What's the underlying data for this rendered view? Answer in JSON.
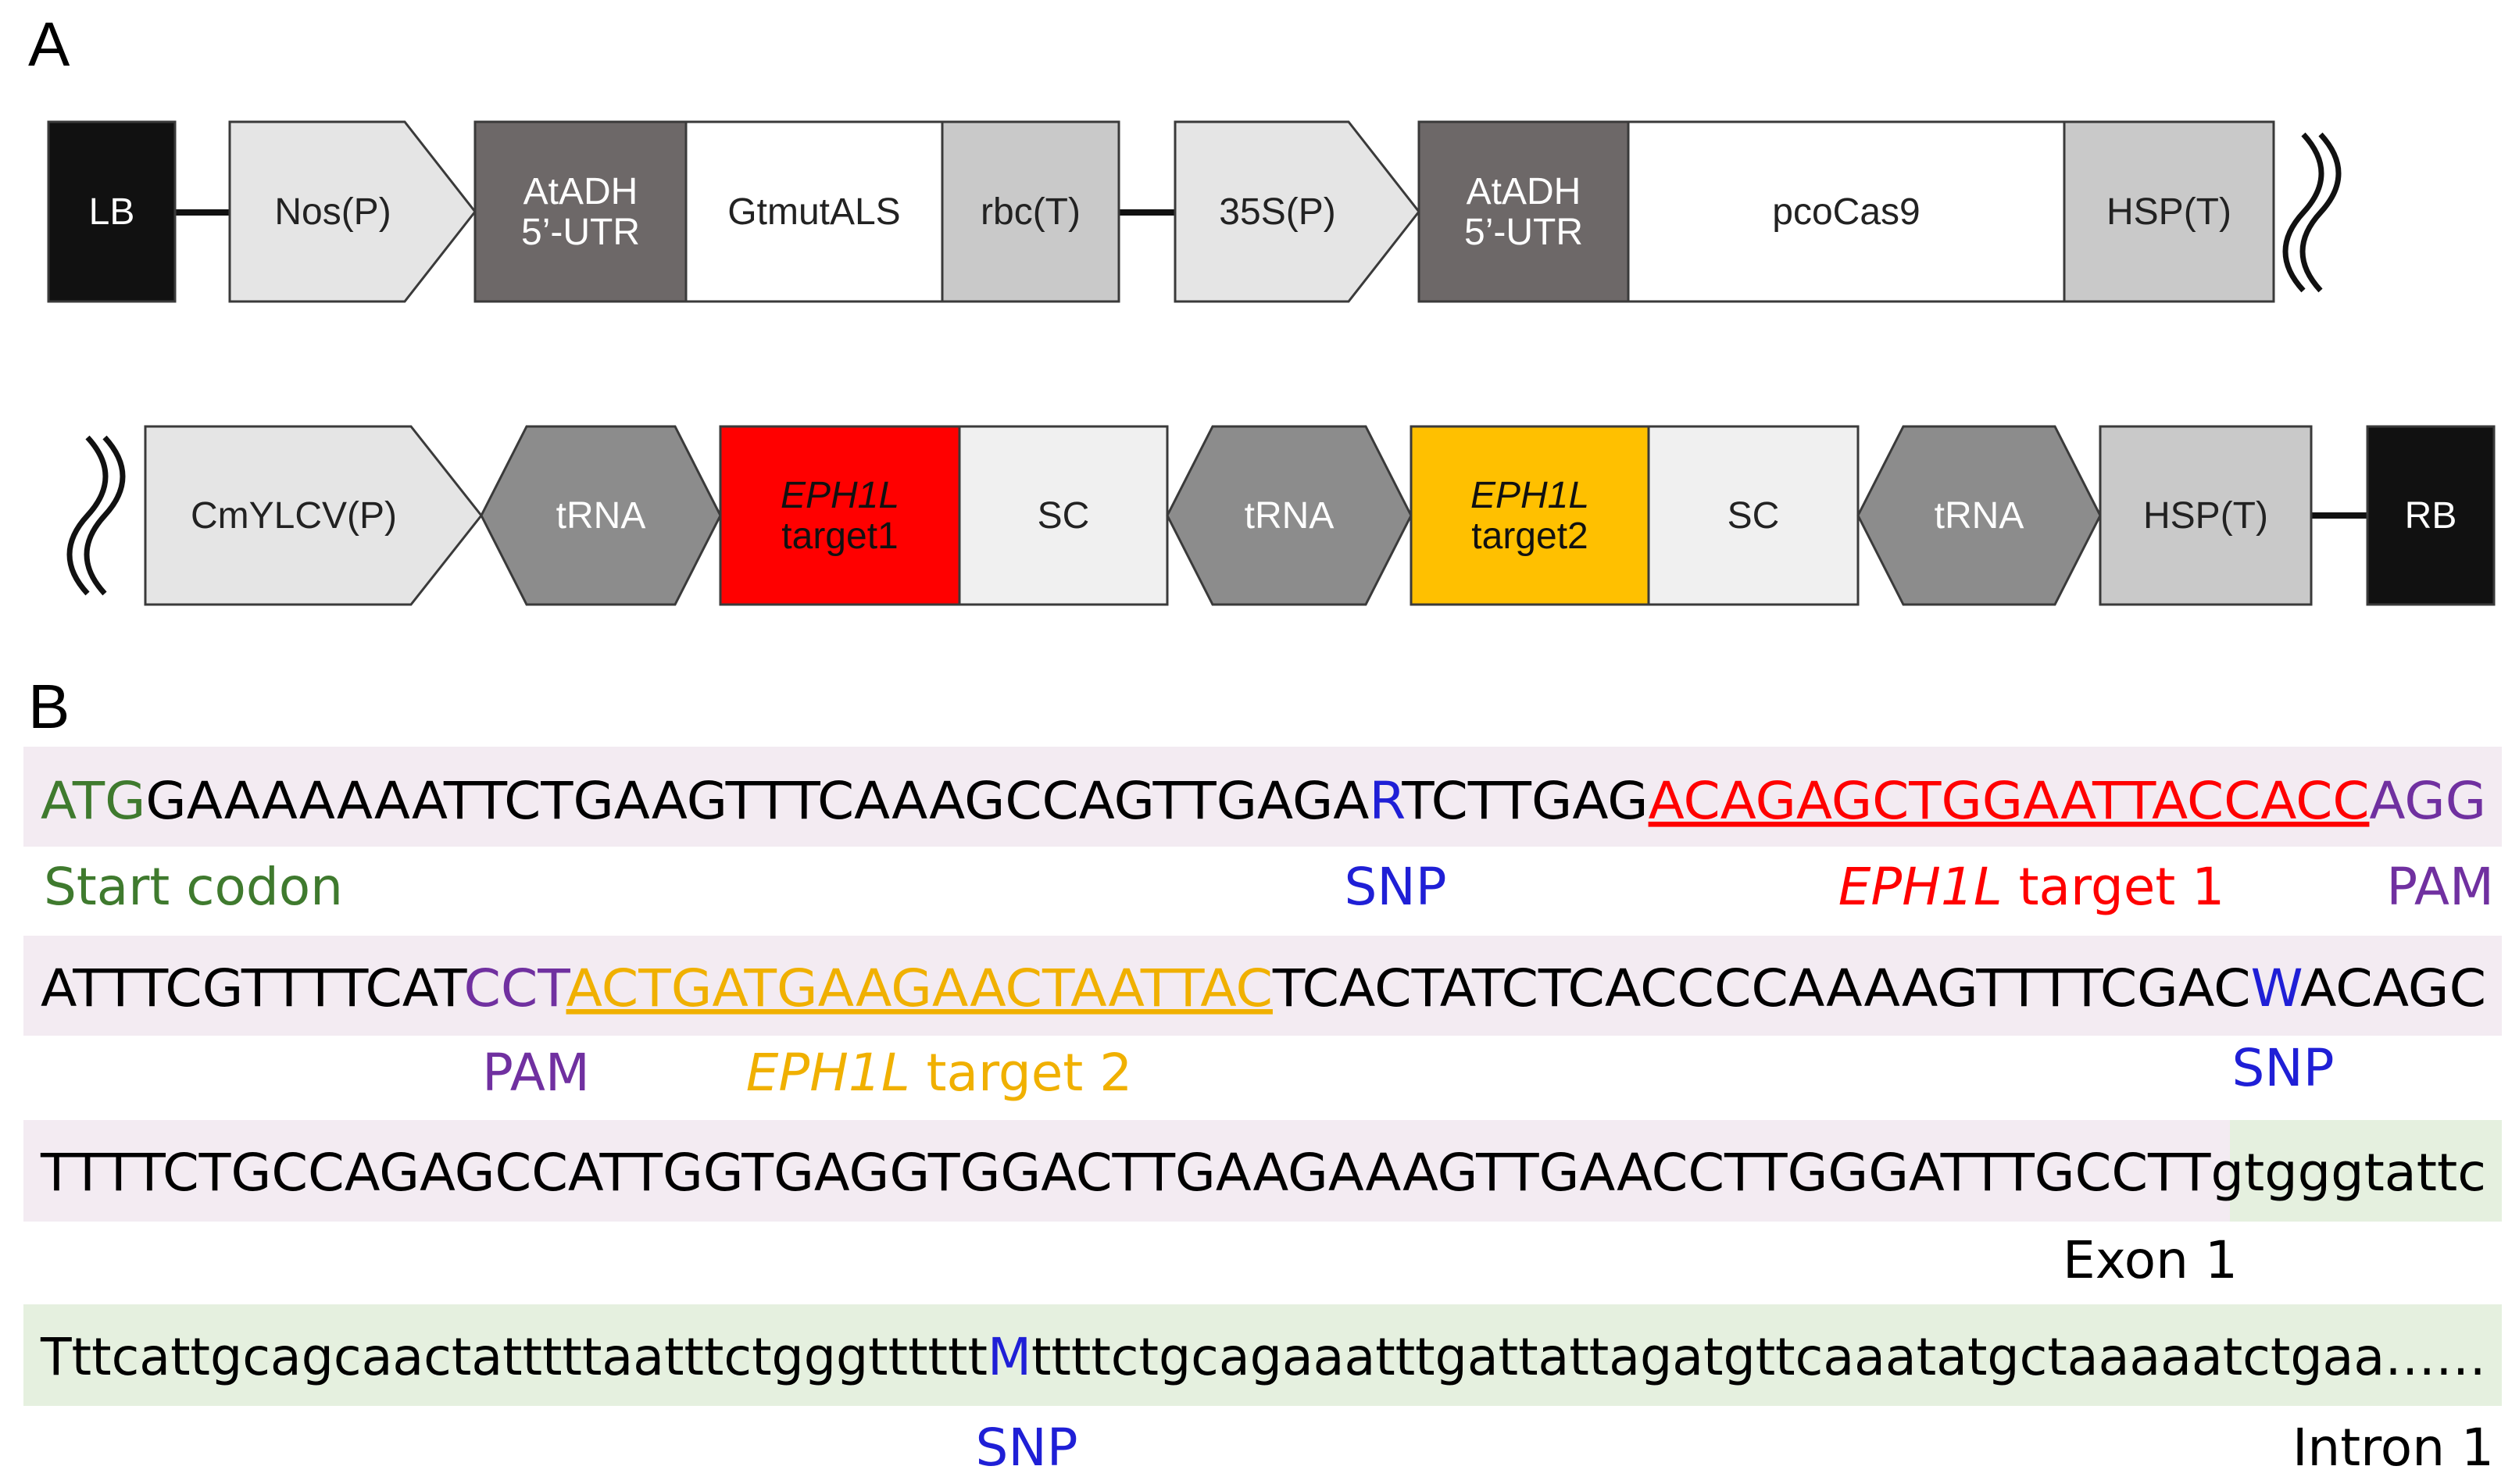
{
  "panel_a": {
    "letter": "A",
    "row1": [
      {
        "name": "lb",
        "shape": "rect",
        "fill": "#111111",
        "text": "#ffffff",
        "lines": [
          "LB"
        ]
      },
      {
        "name": "nos-promoter",
        "shape": "arrow",
        "fill": "#e5e5e5",
        "text": "#222222",
        "lines": [
          "Nos(P)"
        ]
      },
      {
        "name": "atadh-utr-1",
        "shape": "rect",
        "fill": "#6d6868",
        "text": "#ffffff",
        "lines": [
          "AtADH",
          "5’-UTR"
        ]
      },
      {
        "name": "gtmutals",
        "shape": "rect",
        "fill": "#ffffff",
        "text": "#222222",
        "lines": [
          "GtmutALS"
        ]
      },
      {
        "name": "rbc-terminator",
        "shape": "rect",
        "fill": "#c9c9c9",
        "text": "#222222",
        "lines": [
          "rbc(T)"
        ]
      },
      {
        "name": "35s-promoter",
        "shape": "arrow",
        "fill": "#e5e5e5",
        "text": "#222222",
        "lines": [
          "35S(P)"
        ]
      },
      {
        "name": "atadh-utr-2",
        "shape": "rect",
        "fill": "#6d6868",
        "text": "#ffffff",
        "lines": [
          "AtADH",
          "5’-UTR"
        ]
      },
      {
        "name": "pcocas9",
        "shape": "rect",
        "fill": "#ffffff",
        "text": "#222222",
        "lines": [
          "pcoCas9"
        ]
      },
      {
        "name": "hsp-terminator-1",
        "shape": "rect",
        "fill": "#c9c9c9",
        "text": "#222222",
        "lines": [
          "HSP(T)"
        ]
      }
    ],
    "row2": [
      {
        "name": "cmylcv-promoter",
        "shape": "arrow",
        "fill": "#e5e5e5",
        "text": "#222222",
        "lines": [
          "CmYLCV(P)"
        ]
      },
      {
        "name": "trna-1",
        "shape": "hex",
        "fill": "#8c8c8c",
        "text": "#ffffff",
        "lines": [
          "tRNA"
        ]
      },
      {
        "name": "eph1l-target1",
        "shape": "rect",
        "fill": "#ff0000",
        "text": "#111111",
        "lines": [
          "EPH1L",
          "target1"
        ],
        "italic_first": true
      },
      {
        "name": "sc-1",
        "shape": "rect",
        "fill": "#f0f0f0",
        "text": "#222222",
        "lines": [
          "SC"
        ]
      },
      {
        "name": "trna-2",
        "shape": "hex",
        "fill": "#8c8c8c",
        "text": "#ffffff",
        "lines": [
          "tRNA"
        ]
      },
      {
        "name": "eph1l-target2",
        "shape": "rect",
        "fill": "#ffc000",
        "text": "#111111",
        "lines": [
          "EPH1L",
          "target2"
        ],
        "italic_first": true
      },
      {
        "name": "sc-2",
        "shape": "rect",
        "fill": "#f0f0f0",
        "text": "#222222",
        "lines": [
          "SC"
        ]
      },
      {
        "name": "trna-3",
        "shape": "hex",
        "fill": "#8c8c8c",
        "text": "#ffffff",
        "lines": [
          "tRNA"
        ]
      },
      {
        "name": "hsp-terminator-2",
        "shape": "rect",
        "fill": "#c9c9c9",
        "text": "#222222",
        "lines": [
          "HSP(T)"
        ]
      },
      {
        "name": "rb",
        "shape": "rect",
        "fill": "#111111",
        "text": "#ffffff",
        "lines": [
          "RB"
        ]
      }
    ]
  },
  "panel_b": {
    "letter": "B",
    "colors": {
      "default": "#000000",
      "start": "#3f7a2e",
      "snp": "#1f1fd6",
      "target1": "#ff0000",
      "target2": "#f0b000",
      "pam": "#7030a0",
      "exon_band": "#f3ebf2",
      "intron_band": "#e5f0df",
      "region_label": "#000000"
    },
    "lines": [
      {
        "segments": [
          {
            "text": "ATG",
            "color": "start"
          },
          {
            "text": "GAAAAAAATTCTGAAGTTTCAAAGCCAGTTGAGA",
            "color": "default"
          },
          {
            "text": "R",
            "color": "snp"
          },
          {
            "text": "TCTTGAG",
            "color": "default"
          },
          {
            "text": "ACAGAGCTGGAATTACCACC",
            "color": "target1",
            "underline": true
          },
          {
            "text": "AGG",
            "color": "pam"
          }
        ],
        "annotations": [
          {
            "parts": [
              {
                "text": "Start codon",
                "color": "start"
              }
            ]
          },
          {
            "parts": [
              {
                "text": "SNP",
                "color": "snp"
              }
            ]
          },
          {
            "parts": [
              {
                "text": "EPH1L",
                "color": "target1",
                "italic": true
              },
              {
                "text": " target 1",
                "color": "target1"
              }
            ]
          },
          {
            "parts": [
              {
                "text": "PAM",
                "color": "pam"
              }
            ]
          }
        ]
      },
      {
        "segments": [
          {
            "text": "ATTTCGTTTTCAT",
            "color": "default"
          },
          {
            "text": "CCT",
            "color": "pam"
          },
          {
            "text": "ACTGATGAAGAACTAATTAC",
            "color": "target2",
            "underline": true
          },
          {
            "text": "TCACTATCTCACCCCAAAAGTTTTCGAC",
            "color": "default"
          },
          {
            "text": "W",
            "color": "snp"
          },
          {
            "text": "ACAGC",
            "color": "default"
          }
        ],
        "annotations": [
          {
            "parts": [
              {
                "text": "PAM",
                "color": "pam"
              }
            ]
          },
          {
            "parts": [
              {
                "text": "EPH1L",
                "color": "target2",
                "italic": true
              },
              {
                "text": " target 2",
                "color": "target2"
              }
            ]
          },
          {
            "parts": [
              {
                "text": "SNP",
                "color": "snp"
              }
            ]
          }
        ]
      },
      {
        "segments": [
          {
            "text": "TTTTCTGCCAGAGCCATTGGTGAGGTGGACTTGAAGAAAGTTGAACCTTGGGATTTGCCTT",
            "color": "default"
          },
          {
            "text": "gtgggtattc",
            "color": "default"
          }
        ],
        "annotations": [
          {
            "parts": [
              {
                "text": "Exon 1",
                "color": "region_label"
              }
            ]
          }
        ]
      },
      {
        "segments": [
          {
            "text": "Tttcattgcagcaactatttttaatttctgggtttttt",
            "color": "default"
          },
          {
            "text": "M",
            "color": "snp"
          },
          {
            "text": "ttttctgcagaaatttgattattagatgttcaaatatgctaaaaatctgaa……",
            "color": "default"
          }
        ],
        "annotations": [
          {
            "parts": [
              {
                "text": "SNP",
                "color": "snp"
              }
            ]
          },
          {
            "parts": [
              {
                "text": "Intron 1",
                "color": "region_label"
              }
            ]
          }
        ]
      }
    ]
  }
}
